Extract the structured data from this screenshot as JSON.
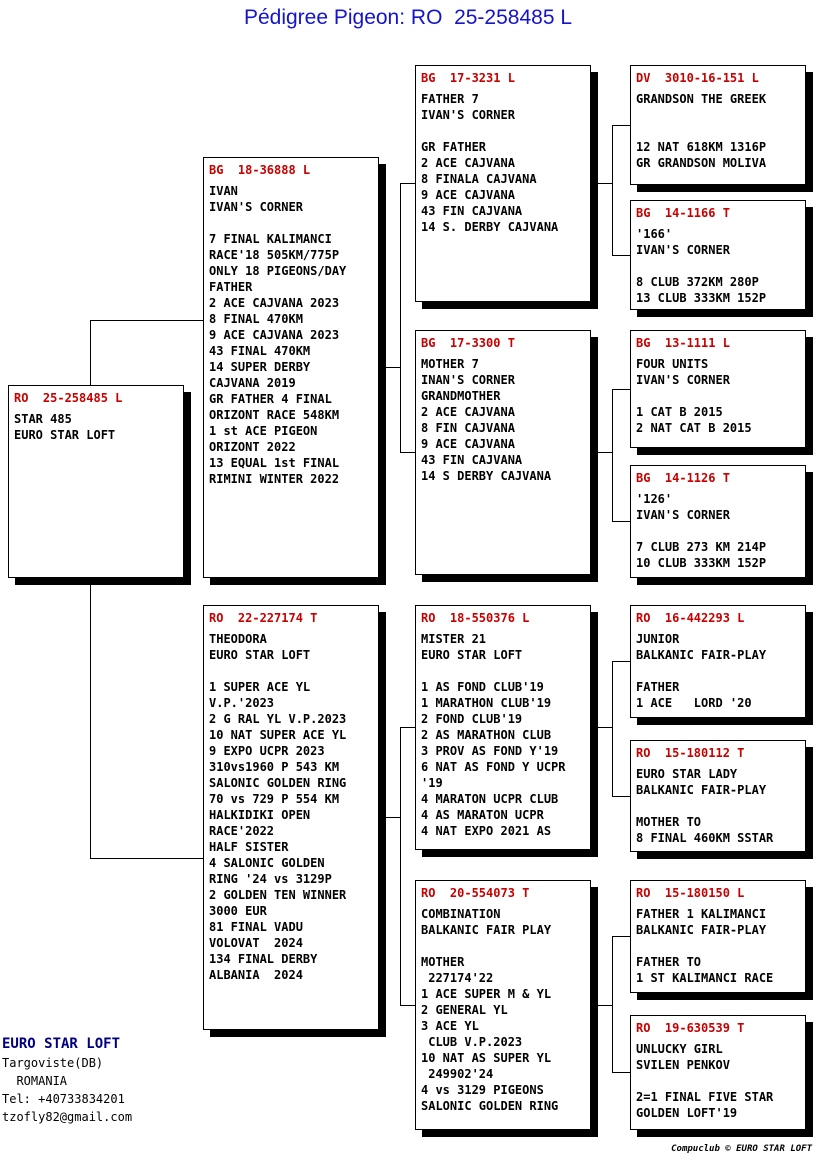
{
  "title": "Pédigree Pigeon: RO  25-258485 L",
  "colors": {
    "ring": "#c80000",
    "title": "#1414cc",
    "loft": "#000080"
  },
  "boxes": [
    {
      "role": "subject",
      "ring": "RO  25-258485 L",
      "lines": [
        "STAR 485",
        "EURO STAR LOFT"
      ]
    },
    {
      "role": "sire",
      "ring": "BG  18-36888 L",
      "lines": [
        "IVAN",
        "IVAN'S CORNER",
        "",
        "7 FINAL KALIMANCI",
        "RACE'18 505KM/775P",
        "ONLY 18 PIGEONS/DAY",
        "FATHER",
        "2 ACE CAJVANA 2023",
        "8 FINAL 470KM",
        "9 ACE CAJVANA 2023",
        "43 FINAL 470KM",
        "14 SUPER DERBY",
        "CAJVANA 2019",
        "GR FATHER 4 FINAL",
        "ORIZONT RACE 548KM",
        "1 st ACE PIGEON",
        "ORIZONT 2022",
        "13 EQUAL 1st FINAL",
        "RIMINI WINTER 2022"
      ]
    },
    {
      "role": "dam",
      "ring": "RO  22-227174 T",
      "lines": [
        "THEODORA",
        "EURO STAR LOFT",
        "",
        "1 SUPER ACE YL",
        "V.P.'2023",
        "2 G RAL YL V.P.2023",
        "10 NAT SUPER ACE YL",
        "9 EXPO UCPR 2023",
        "310vs1960 P 543 KM",
        "SALONIC GOLDEN RING",
        "70 vs 729 P 554 KM",
        "HALKIDIKI OPEN",
        "RACE'2022",
        "HALF SISTER",
        "4 SALONIC GOLDEN",
        "RING '24 vs 3129P",
        "2 GOLDEN TEN WINNER",
        "3000 EUR",
        "81 FINAL VADU",
        "VOLOVAT  2024",
        "134 FINAL DERBY",
        "ALBANIA  2024"
      ]
    },
    {
      "role": "sire-sire",
      "ring": "BG  17-3231 L",
      "lines": [
        "FATHER 7",
        "IVAN'S CORNER",
        "",
        "GR FATHER",
        "2 ACE CAJVANA",
        "8 FINALA CAJVANA",
        "9 ACE CAJVANA",
        "43 FIN CAJVANA",
        "14 S. DERBY CAJVANA"
      ]
    },
    {
      "role": "sire-dam",
      "ring": "BG  17-3300 T",
      "lines": [
        "MOTHER 7",
        "INAN'S CORNER",
        "GRANDMOTHER",
        "2 ACE CAJVANA",
        "8 FIN CAJVANA",
        "9 ACE CAJVANA",
        "43 FIN CAJVANA",
        "14 S DERBY CAJVANA"
      ]
    },
    {
      "role": "dam-sire",
      "ring": "RO  18-550376 L",
      "lines": [
        "MISTER 21",
        "EURO STAR LOFT",
        "",
        "1 AS FOND CLUB'19",
        "1 MARATHON CLUB'19",
        "2 FOND CLUB'19",
        "2 AS MARATHON CLUB",
        "3 PROV AS FOND Y'19",
        "6 NAT AS FOND Y UCPR",
        "'19",
        "4 MARATON UCPR CLUB",
        "4 AS MARATON UCPR",
        "4 NAT EXPO 2021 AS"
      ]
    },
    {
      "role": "dam-dam",
      "ring": "RO  20-554073 T",
      "lines": [
        "COMBINATION",
        "BALKANIC FAIR PLAY",
        "",
        "MOTHER",
        " 227174'22",
        "1 ACE SUPER M & YL",
        "2 GENERAL YL",
        "3 ACE YL",
        " CLUB V.P.2023",
        "10 NAT AS SUPER YL",
        " 249902'24",
        "4 vs 3129 PIGEONS",
        "SALONIC GOLDEN RING"
      ]
    },
    {
      "role": "sire-sire-sire",
      "ring": "DV  3010-16-151 L",
      "lines": [
        "GRANDSON THE GREEK",
        "",
        "",
        "12 NAT 618KM 1316P",
        "GR GRANDSON MOLIVA"
      ]
    },
    {
      "role": "sire-sire-dam",
      "ring": "BG  14-1166 T",
      "lines": [
        "'166'",
        "IVAN'S CORNER",
        "",
        "8 CLUB 372KM 280P",
        "13 CLUB 333KM 152P"
      ]
    },
    {
      "role": "sire-dam-sire",
      "ring": "BG  13-1111 L",
      "lines": [
        "FOUR UNITS",
        "IVAN'S CORNER",
        "",
        "1 CAT B 2015",
        "2 NAT CAT B 2015"
      ]
    },
    {
      "role": "sire-dam-dam",
      "ring": "BG  14-1126 T",
      "lines": [
        "'126'",
        "IVAN'S CORNER",
        "",
        "7 CLUB 273 KM 214P",
        "10 CLUB 333KM 152P"
      ]
    },
    {
      "role": "dam-sire-sire",
      "ring": "RO  16-442293 L",
      "lines": [
        "JUNIOR",
        "BALKANIC FAIR-PLAY",
        "",
        "FATHER",
        "1 ACE   LORD '20"
      ]
    },
    {
      "role": "dam-sire-dam",
      "ring": "RO  15-180112 T",
      "lines": [
        "EURO STAR LADY",
        "BALKANIC FAIR-PLAY",
        "",
        "MOTHER TO",
        "8 FINAL 460KM SSTAR"
      ]
    },
    {
      "role": "dam-dam-sire",
      "ring": "RO  15-180150 L",
      "lines": [
        "FATHER 1 KALIMANCI",
        "BALKANIC FAIR-PLAY",
        "",
        "FATHER TO",
        "1 ST KALIMANCI RACE"
      ]
    },
    {
      "role": "dam-dam-dam",
      "ring": "RO  19-630539 T",
      "lines": [
        "UNLUCKY GIRL",
        "SVILEN PENKOV",
        "",
        "2=1 FINAL FIVE STAR",
        "GOLDEN LOFT'19"
      ]
    }
  ],
  "footer": {
    "loft": "EURO STAR LOFT",
    "lines": [
      "Targoviste(DB)",
      "  ROMANIA",
      "Tel: +40733834201",
      "tzofly82@gmail.com"
    ]
  },
  "credit": "Compuclub © EURO STAR LOFT"
}
